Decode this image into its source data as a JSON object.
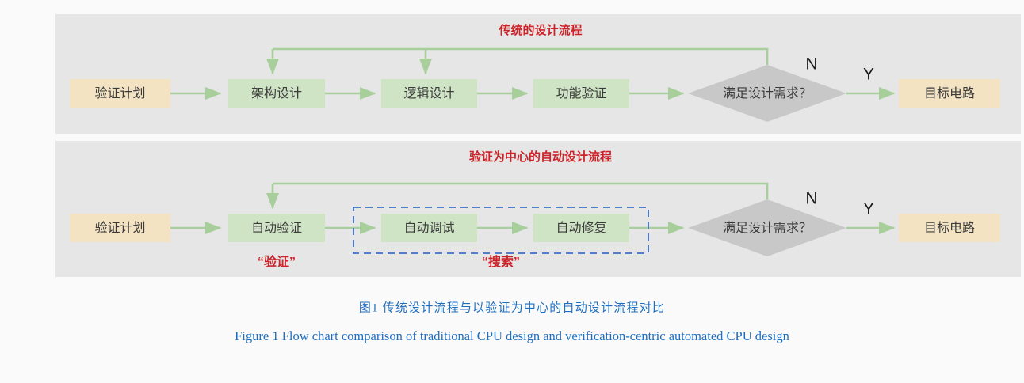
{
  "figure": {
    "background_color": "#fafafa",
    "panel_color": "#e6e6e6",
    "accent_green": "#cfe3c5",
    "accent_tan": "#f3e3c3",
    "accent_gray": "#c8c8c8",
    "line_green": "#a8cf9b",
    "title_red": "#cc2229",
    "dashed_blue": "#3c6fc4",
    "caption_blue": "#1f6fc0"
  },
  "panels": [
    {
      "title": "传统的设计流程",
      "nodes": [
        {
          "label": "验证计划",
          "shape": "rect",
          "fill": "tan"
        },
        {
          "label": "架构设计",
          "shape": "rect",
          "fill": "green"
        },
        {
          "label": "逻辑设计",
          "shape": "rect",
          "fill": "green"
        },
        {
          "label": "功能验证",
          "shape": "rect",
          "fill": "green"
        },
        {
          "label": "满足设计需求？",
          "shape": "diamond",
          "fill": "gray"
        },
        {
          "label": "目标电路",
          "shape": "rect",
          "fill": "tan"
        }
      ],
      "branch_labels": {
        "no": "N",
        "yes": "Y"
      }
    },
    {
      "title": "验证为中心的自动设计流程",
      "nodes": [
        {
          "label": "验证计划",
          "shape": "rect",
          "fill": "tan"
        },
        {
          "label": "自动验证",
          "shape": "rect",
          "fill": "green"
        },
        {
          "label": "自动调试",
          "shape": "rect",
          "fill": "green"
        },
        {
          "label": "自动修复",
          "shape": "rect",
          "fill": "green"
        },
        {
          "label": "满足设计需求？",
          "shape": "diamond",
          "fill": "gray"
        },
        {
          "label": "目标电路",
          "shape": "rect",
          "fill": "tan"
        }
      ],
      "branch_labels": {
        "no": "N",
        "yes": "Y"
      },
      "annotations": [
        {
          "label": "“验证”"
        },
        {
          "label": "“搜索”"
        }
      ],
      "group_box": {
        "label": ""
      }
    }
  ],
  "caption": {
    "chinese": "图1    传统设计流程与以验证为中心的自动设计流程对比",
    "english": "Figure 1    Flow chart comparison of traditional CPU design and verification-centric automated CPU design"
  }
}
